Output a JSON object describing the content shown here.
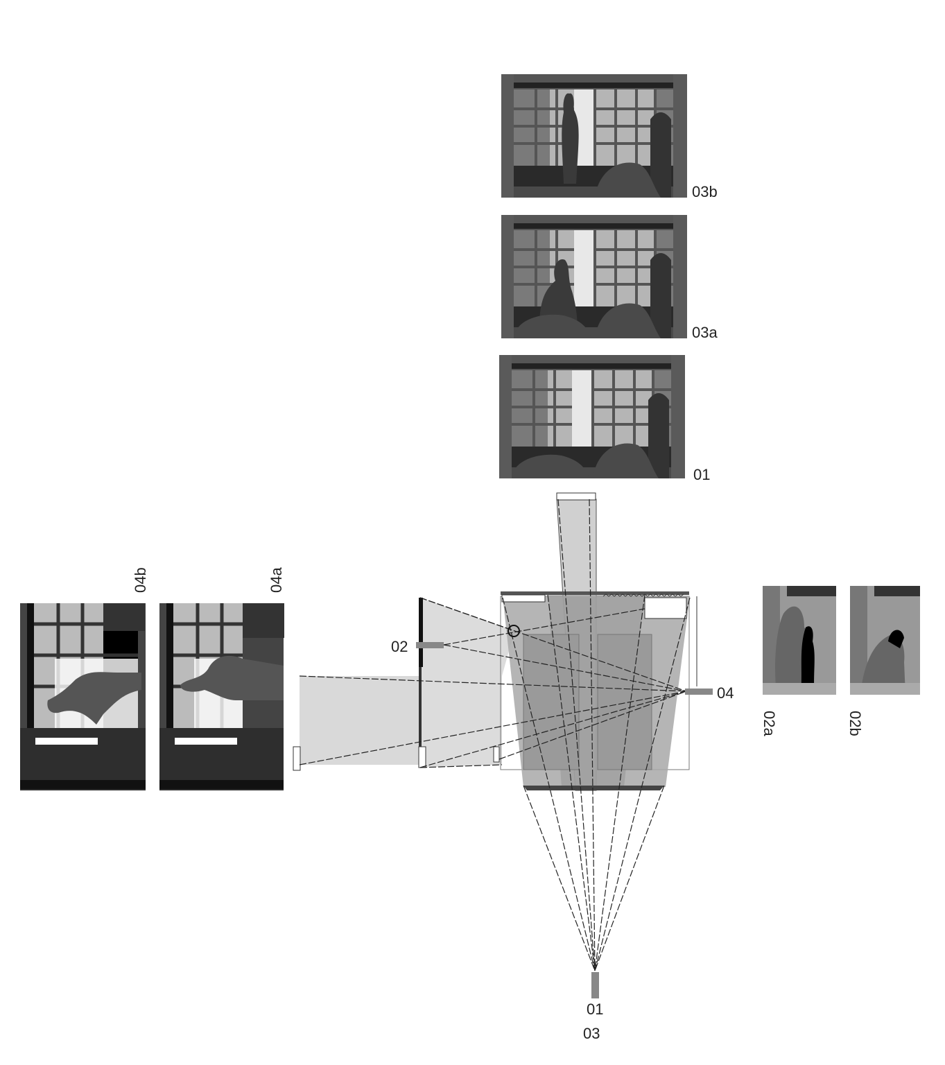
{
  "labels": {
    "frame_03b": "03b",
    "frame_03a": "03a",
    "frame_01": "01",
    "frame_04b": "04b",
    "frame_04a": "04a",
    "frame_02a": "02a",
    "frame_02b": "02b",
    "camera_02": "02",
    "camera_04": "04",
    "camera_01": "01",
    "camera_03": "03"
  },
  "colors": {
    "dark": "#3a3a3a",
    "mid": "#666666",
    "light": "#bdbdbd",
    "cone_light": "#d9d9d9",
    "cone_mid": "#a8a8a8"
  }
}
